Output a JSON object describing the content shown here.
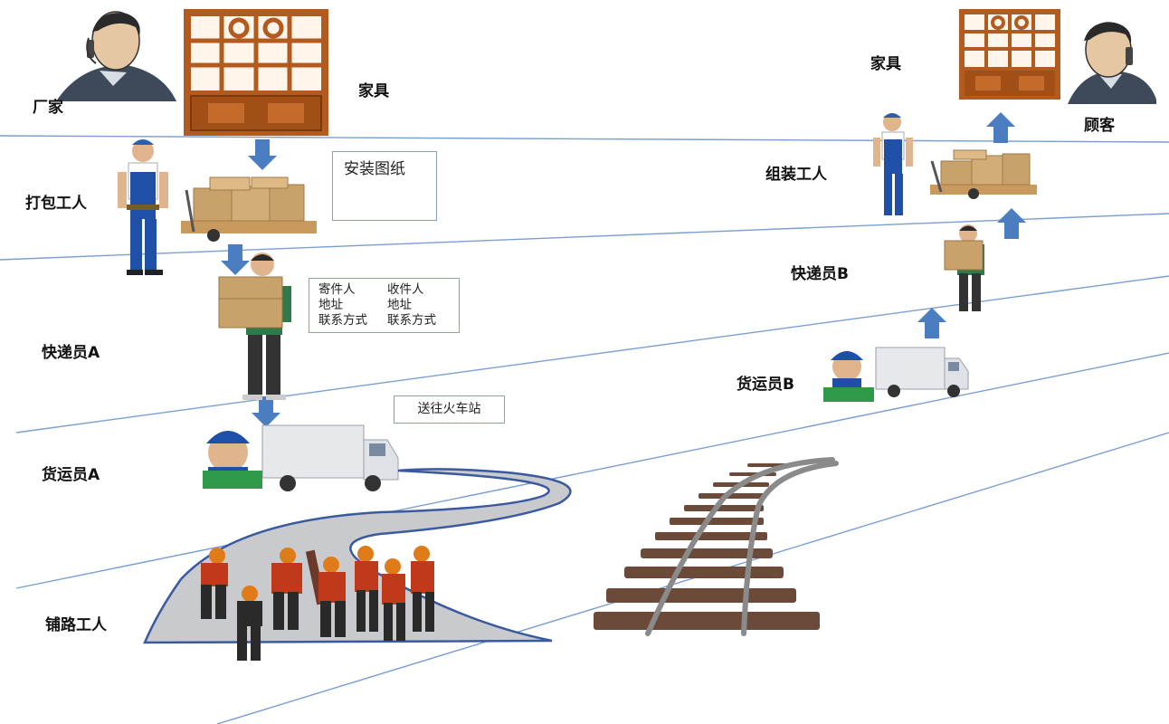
{
  "left_labels": {
    "manufacturer": "厂家",
    "furniture": "家具",
    "packer": "打包工人",
    "courier_a": "快递员A",
    "freight_a": "货运员A",
    "track_worker": "铺路工人"
  },
  "right_labels": {
    "furniture": "家具",
    "customer": "顾客",
    "assembler": "组装工人",
    "courier_b": "快递员B",
    "freight_b": "货运员B"
  },
  "boxes": {
    "drawing_title": "安装图纸",
    "shipping_info": {
      "sender": "寄件人",
      "receiver": "收件人",
      "sender_address": "地址",
      "receiver_address": "地址",
      "sender_contact": "联系方式",
      "receiver_contact": "联系方式"
    },
    "to_station": "送往火车站"
  },
  "colors": {
    "arrow": "#4a7ec0",
    "guide_line": "#7a9ed2",
    "wood": "#b35a1f",
    "box": "#c9a26b",
    "worker_vest": "#c0391b",
    "rail": "#6b4a3a"
  }
}
